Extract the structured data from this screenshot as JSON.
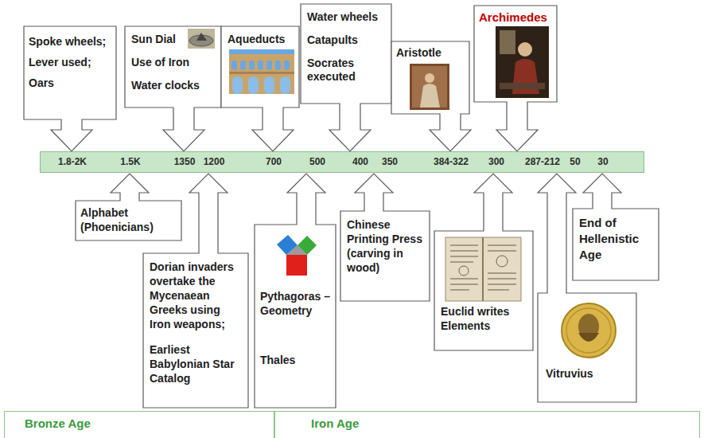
{
  "diagram": {
    "nodes": [
      {
        "text": [
          "Spoke wheels; Lever used; Oars"
        ]
      },
      {
        "text": [
          "Sun Dial",
          "Use of Iron",
          "Water clocks"
        ]
      },
      {
        "text": [
          "Aqueducts"
        ]
      },
      {
        "text": [
          "Water wheels",
          "Catapults",
          "Socrates executed"
        ]
      },
      {
        "text": [
          "Aristotle"
        ]
      },
      {
        "text": [
          "Archimedes"
        ]
      },
      {
        "text": [
          "1.8-2K",
          "1.5K",
          "1350",
          "1200",
          "700",
          "500",
          "400",
          "350",
          "384-322",
          "300",
          "287-212",
          "50",
          "30"
        ]
      },
      {
        "text": [
          "Alphabet (Phoenicians)"
        ]
      },
      {
        "text": [
          "Dorian invaders overtake the Mycenaean Greeks using Iron weapons;",
          "Earliest Babylonian Star Catalog"
        ]
      },
      {
        "text": [
          "Pythagoras – Geometry",
          "Thales"
        ]
      },
      {
        "text": [
          "Chinese Printing Press (carving in wood)"
        ]
      },
      {
        "text": [
          "Euclid writes Elements"
        ]
      },
      {
        "text": [
          "Vitruvius"
        ]
      },
      {
        "text": [
          "End of Hellenistic Age"
        ]
      },
      {
        "text": [
          "Bronze Age"
        ]
      },
      {
        "text": [
          "Iron Age"
        ]
      }
    ]
  }
}
